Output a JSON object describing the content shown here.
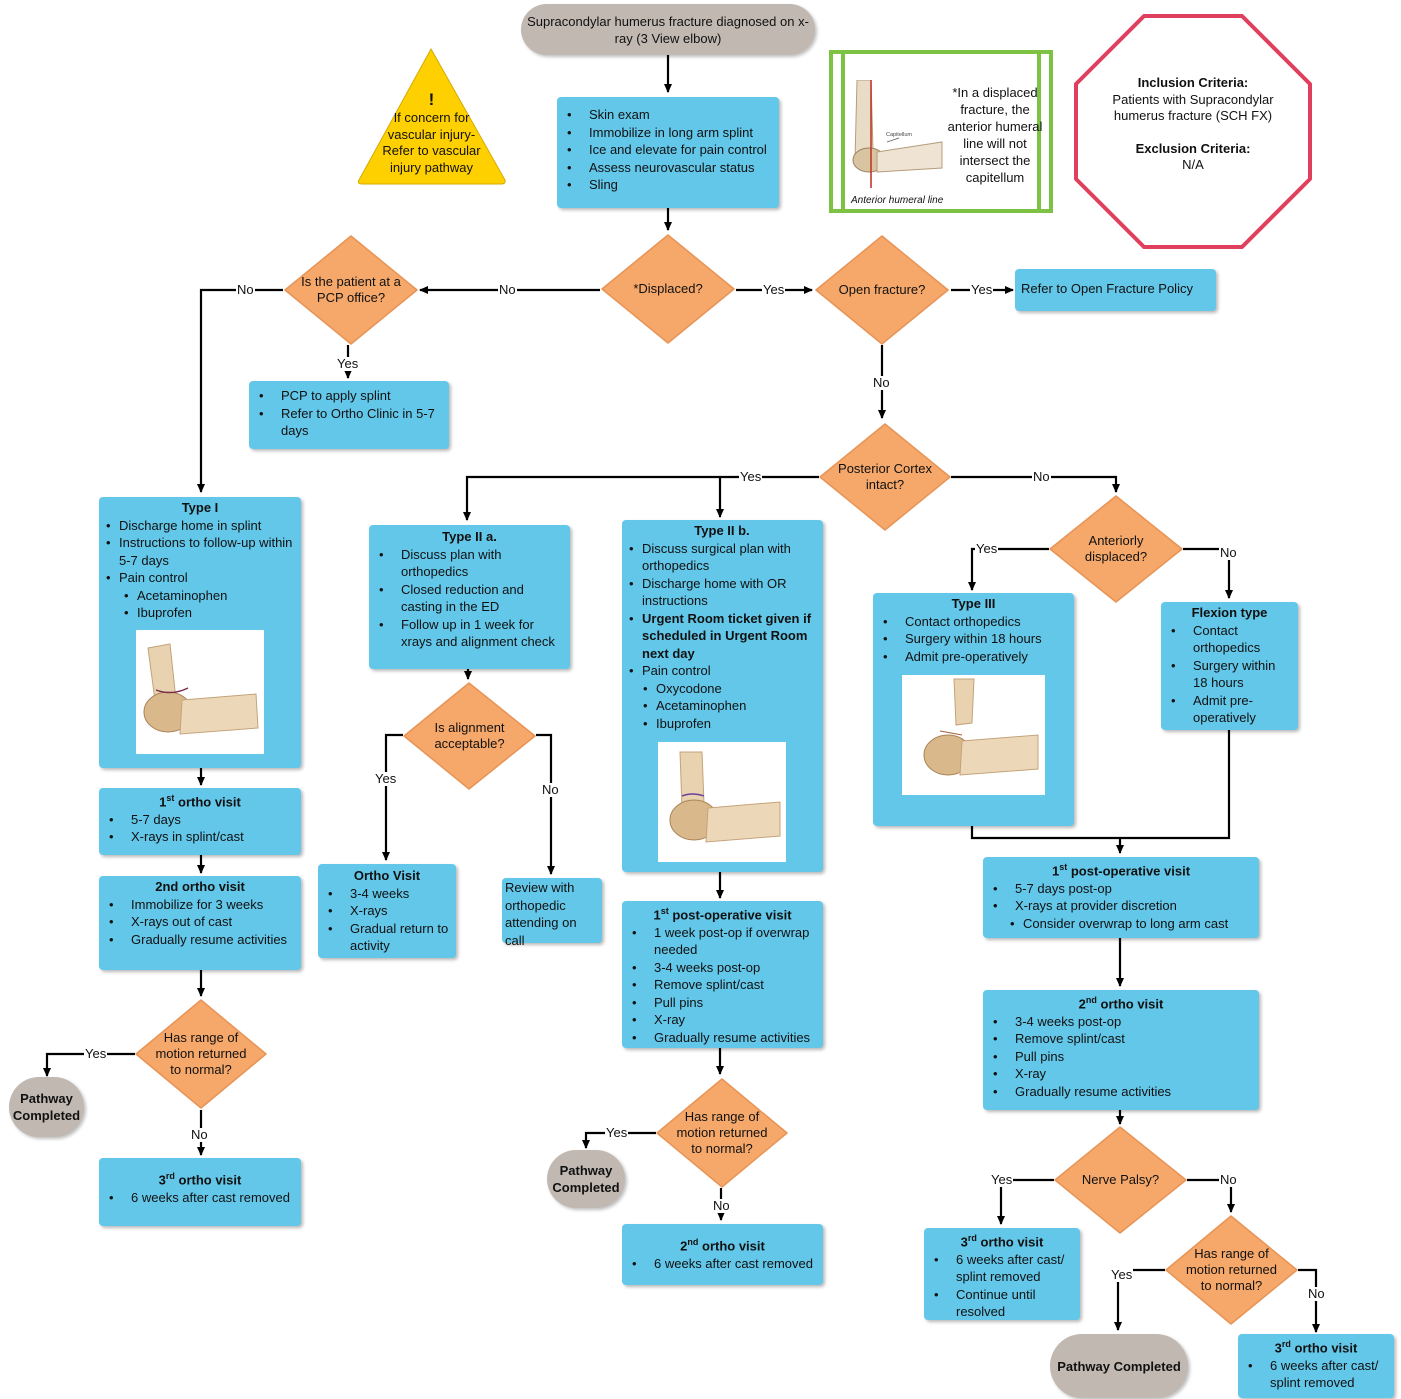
{
  "start": {
    "text": "Supracondylar humerus fracture diagnosed on x-ray (3 View elbow)"
  },
  "initial_care": {
    "items": [
      "Skin exam",
      "Immobilize in long arm splint",
      "Ice and elevate for pain control",
      "Assess neurovascular status",
      "Sling"
    ]
  },
  "warning": {
    "symbol": "!",
    "text": "If concern for vascular injury- Refer to vascular injury pathway",
    "color": "#ffd000"
  },
  "xray_note": {
    "text": "*In a displaced fracture, the anterior humeral line will not intersect the capitellum",
    "caption": "Anterior humeral line",
    "inset_label": "Capitellum",
    "frame_color": "#7dc242"
  },
  "criteria": {
    "inclusion_title": "Inclusion Criteria:",
    "inclusion_text": "Patients with Supracondylar humerus fracture (SCH FX)",
    "exclusion_title": "Exclusion Criteria:",
    "exclusion_text": "N/A",
    "border_color": "#e0405e"
  },
  "decisions": {
    "displaced": "*Displaced?",
    "pcp": "Is the patient at a PCP office?",
    "open_fracture": "Open fracture?",
    "posterior_cortex": "Posterior Cortex intact?",
    "anteriorly": "Anteriorly displaced?",
    "alignment": "Is alignment acceptable?",
    "rom_left": "Has range of motion returned to normal?",
    "rom_mid": "Has range of motion returned to normal?",
    "nerve_palsy": "Nerve Palsy?",
    "rom_right": "Has range of motion returned to normal?"
  },
  "labels": {
    "yes": "Yes",
    "no": "No"
  },
  "open_fracture_action": {
    "text": "Refer to Open Fracture Policy"
  },
  "pcp_box": {
    "items": [
      "PCP to apply splint",
      "Refer to Ortho Clinic in 5-7 days"
    ]
  },
  "type1": {
    "title": "Type I",
    "items": [
      "Discharge home in splint",
      "Instructions to follow-up within 5-7 days",
      "Pain control"
    ],
    "sub_items": [
      "Acetaminophen",
      "Ibuprofen"
    ]
  },
  "type1_visit1": {
    "title_num": "1",
    "title_sup": "st",
    "title_rest": " ortho visit",
    "items": [
      "5-7 days",
      "X-rays in splint/cast"
    ]
  },
  "type1_visit2": {
    "title": "2nd ortho visit",
    "items": [
      "Immobilize for 3 weeks",
      "X-rays out of cast",
      "Gradually resume activities"
    ]
  },
  "type1_visit3": {
    "title_num": "3",
    "title_sup": "rd",
    "title_rest": " ortho visit",
    "items": [
      "6 weeks after cast removed"
    ]
  },
  "type2a": {
    "title": "Type II a.",
    "items": [
      "Discuss plan with orthopedics",
      "Closed reduction and casting in the ED",
      "Follow up in 1 week for xrays and alignment check"
    ]
  },
  "ortho_visit": {
    "title": "Ortho Visit",
    "items": [
      "3-4 weeks",
      "X-rays",
      "Gradual return to activity"
    ]
  },
  "review_box": {
    "text": "Review with orthopedic attending on call"
  },
  "type2b": {
    "title": "Type II b.",
    "items": [
      "Discuss surgical plan with orthopedics",
      "Discharge home with OR instructions"
    ],
    "bold_item": "Urgent Room ticket given if scheduled in Urgent Room next day",
    "items2": [
      "Pain control"
    ],
    "sub_items": [
      "Oxycodone",
      "Acetaminophen",
      "Ibuprofen"
    ]
  },
  "type2b_postop": {
    "title_num": "1",
    "title_sup": "st",
    "title_rest": " post-operative visit",
    "items": [
      "1 week post-op if overwrap needed",
      "3-4 weeks post-op",
      "Remove splint/cast",
      "Pull pins",
      "X-ray",
      "Gradually resume activities"
    ]
  },
  "type2b_visit2": {
    "title_num": "2",
    "title_sup": "nd",
    "title_rest": " ortho visit",
    "items": [
      "6 weeks after cast removed"
    ]
  },
  "type3": {
    "title": "Type III",
    "items": [
      "Contact orthopedics",
      "Surgery within 18 hours",
      "Admit pre-operatively"
    ]
  },
  "flexion": {
    "title": "Flexion type",
    "items": [
      "Contact orthopedics",
      "Surgery within 18 hours",
      "Admit pre-operatively"
    ]
  },
  "right_postop": {
    "title_num": "1",
    "title_sup": "st",
    "title_rest": " post-operative visit",
    "items": [
      "5-7 days post-op",
      "X-rays at provider discretion"
    ],
    "sub_items": [
      "Consider overwrap to long arm cast"
    ]
  },
  "right_visit2": {
    "title_num": "2",
    "title_sup": "nd",
    "title_rest": " ortho visit",
    "items": [
      "3-4 weeks post-op",
      "Remove splint/cast",
      "Pull pins",
      "X-ray",
      "Gradually resume activities"
    ]
  },
  "right_nerve_visit": {
    "title_num": "3",
    "title_sup": "rd",
    "title_rest": " ortho visit",
    "items": [
      "6 weeks after cast/ splint removed",
      "Continue until resolved"
    ]
  },
  "right_visit3": {
    "title_num": "3",
    "title_sup": "rd",
    "title_rest": " ortho visit",
    "items": [
      "6 weeks after cast/ splint removed"
    ]
  },
  "completed": {
    "text": "Pathway Completed"
  },
  "colors": {
    "box": "#63c7e9",
    "diamond": "#f5a86a",
    "terminal": "#c0b8b1"
  }
}
